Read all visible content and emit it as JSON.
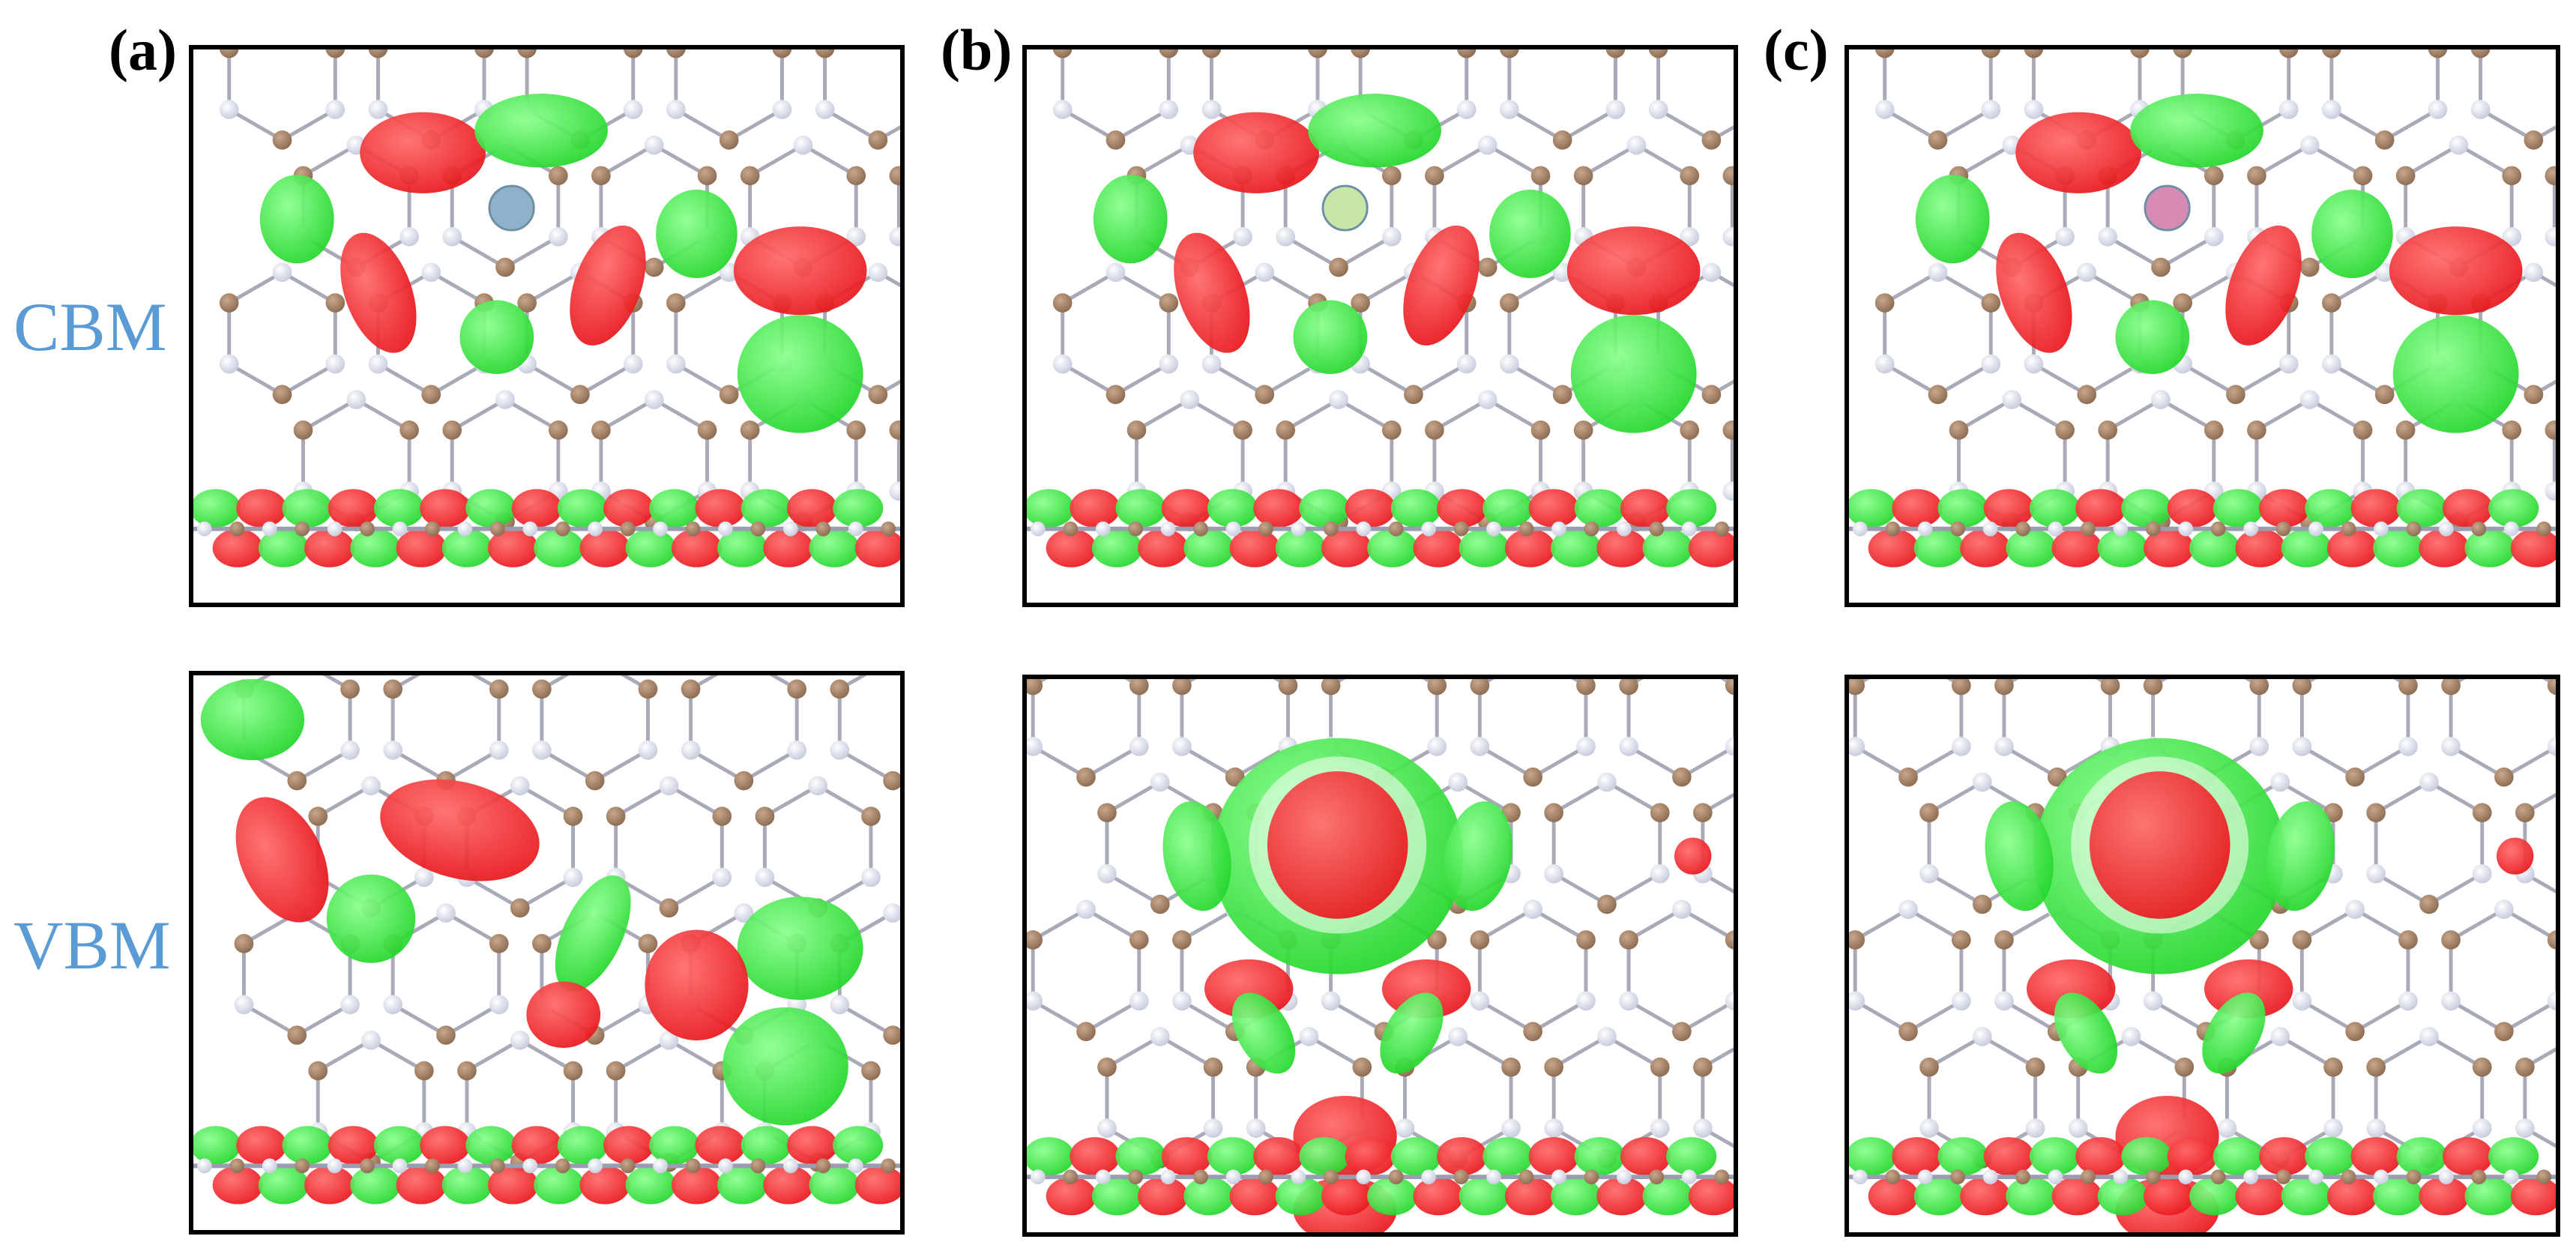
{
  "figure": {
    "panel_labels": [
      "(a)",
      "(b)",
      "(c)"
    ],
    "row_labels": [
      "CBM",
      "VBM"
    ],
    "colors": {
      "positive_lobe": "#e8161c",
      "negative_lobe": "#22d62a",
      "nitrogen_atom": "#c4c9dc",
      "carbon_atom": "#8a6a50",
      "dopant_a": "#8fb1c9",
      "dopant_b": "#c8e6a6",
      "dopant_c": "#d78ab3",
      "row_label_color": "#5b9bd5"
    }
  }
}
